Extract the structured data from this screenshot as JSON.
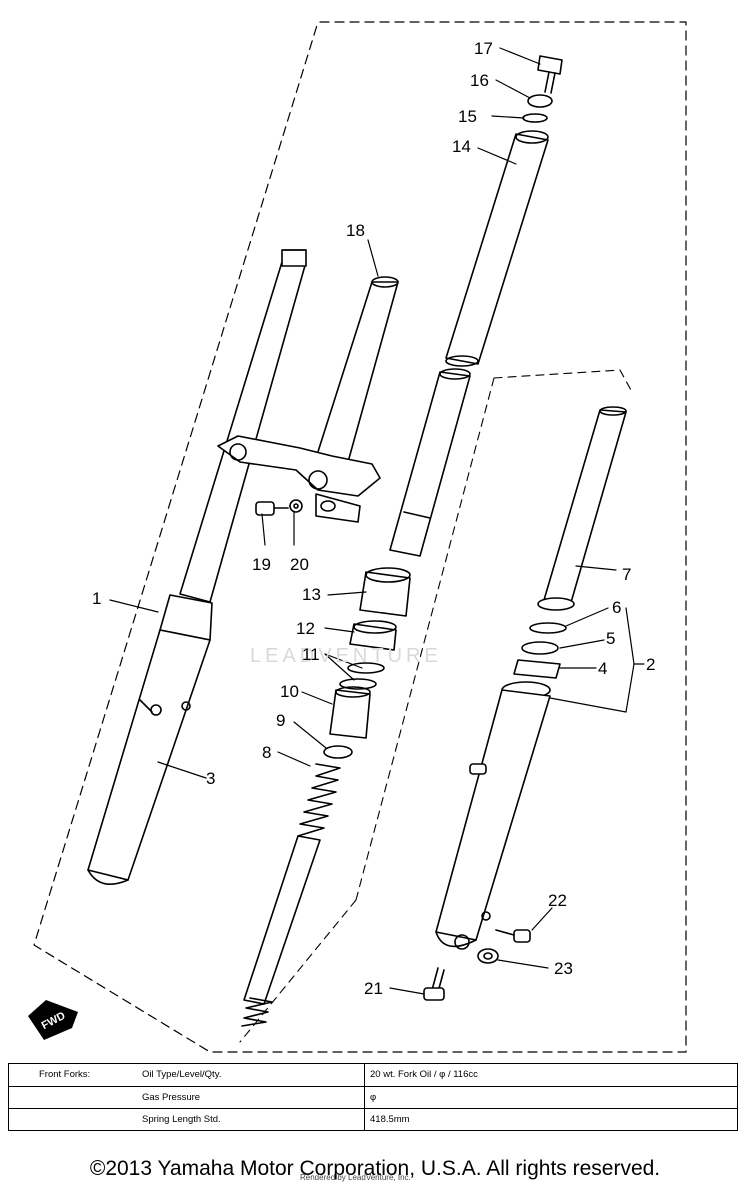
{
  "diagram": {
    "callouts": [
      {
        "id": "1",
        "label": "1"
      },
      {
        "id": "2",
        "label": "2"
      },
      {
        "id": "3",
        "label": "3"
      },
      {
        "id": "4",
        "label": "4"
      },
      {
        "id": "5",
        "label": "5"
      },
      {
        "id": "6",
        "label": "6"
      },
      {
        "id": "7",
        "label": "7"
      },
      {
        "id": "8",
        "label": "8"
      },
      {
        "id": "9",
        "label": "9"
      },
      {
        "id": "10",
        "label": "10"
      },
      {
        "id": "11",
        "label": "11"
      },
      {
        "id": "12",
        "label": "12"
      },
      {
        "id": "13",
        "label": "13"
      },
      {
        "id": "14",
        "label": "14"
      },
      {
        "id": "15",
        "label": "15"
      },
      {
        "id": "16",
        "label": "16"
      },
      {
        "id": "17",
        "label": "17"
      },
      {
        "id": "18",
        "label": "18"
      },
      {
        "id": "19",
        "label": "19"
      },
      {
        "id": "20",
        "label": "20"
      },
      {
        "id": "21",
        "label": "21"
      },
      {
        "id": "22",
        "label": "22"
      },
      {
        "id": "23",
        "label": "23"
      }
    ],
    "fwd_label": "FWD",
    "watermark": "LEADVENTURE"
  },
  "spec_table": {
    "group_label": "Front Forks:",
    "rows": [
      {
        "label": "Oil Type/Level/Qty.",
        "value": "20 wt. Fork Oil / φ / 116cc"
      },
      {
        "label": "Gas Pressure",
        "value": "φ"
      },
      {
        "label": "Spring Length Std.",
        "value": "418.5mm"
      }
    ]
  },
  "footer": {
    "copyright": "©2013 Yamaha Motor Corporation, U.S.A. All rights reserved.",
    "credit": "Rendered by LeadVenture, Inc."
  }
}
